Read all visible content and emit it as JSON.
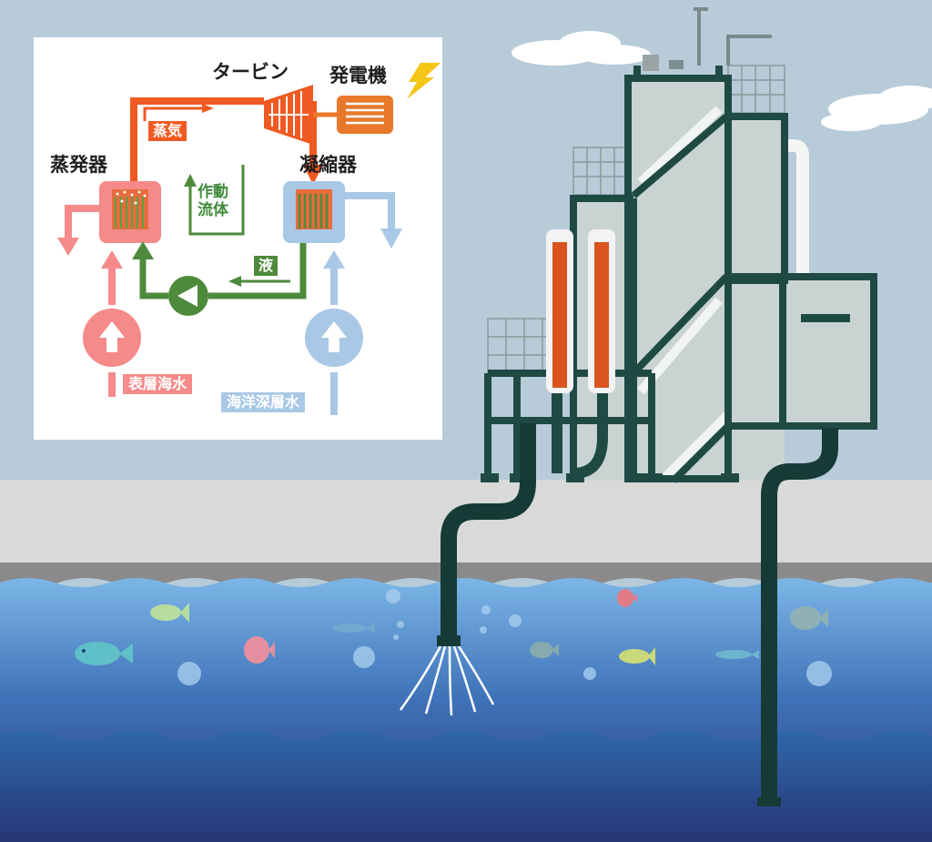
{
  "diagram": {
    "labels": {
      "turbine": "タービン",
      "generator": "発電機",
      "evaporator": "蒸発器",
      "condenser": "凝縮器",
      "steam": "蒸気",
      "working_fluid_line1": "作動",
      "working_fluid_line2": "流体",
      "liquid": "液",
      "surface_seawater": "表層海水",
      "deep_seawater": "海洋深層水"
    },
    "colors": {
      "steam_orange": "#f05a22",
      "generator_orange": "#e8782a",
      "warm_pink": "#f58a8a",
      "cold_blue": "#a9c8e6",
      "fluid_green": "#4e8a3c",
      "lightning_yellow": "#f5c518",
      "plant_dark": "#1f4a44",
      "plant_grey": "#c9d4d2",
      "heater_orange": "#d9541e",
      "sky": "#b7cbd9",
      "ground": "#d9d9d9",
      "sea_top": "#6eaadf",
      "sea_bottom": "#2b3a8a"
    }
  }
}
